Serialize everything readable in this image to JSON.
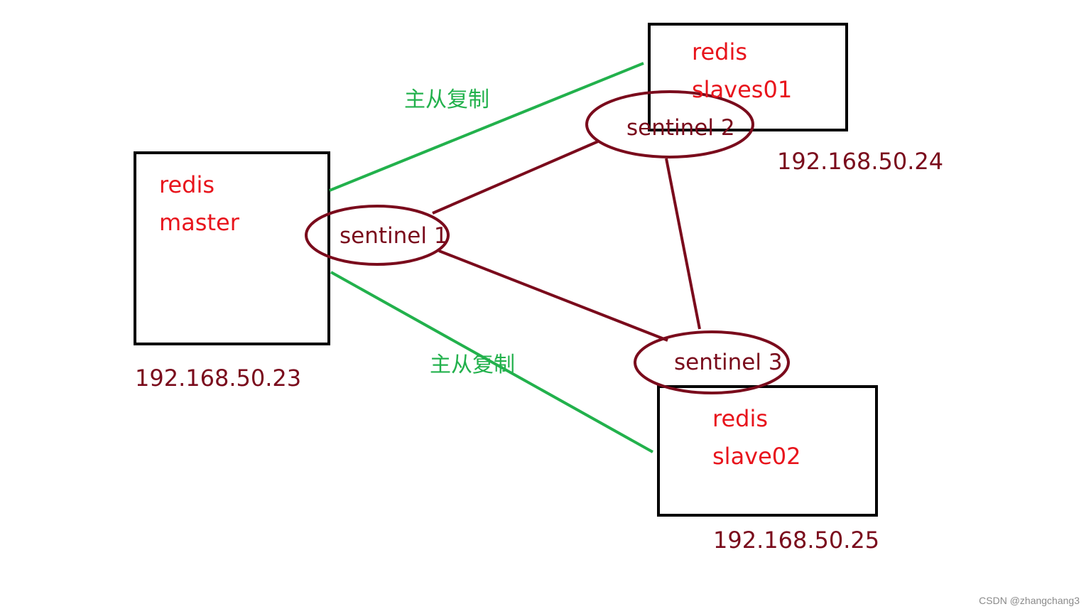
{
  "colors": {
    "node_text": "#e8141c",
    "sentinel": "#7a0b1c",
    "replication": "#22b14c",
    "box_border": "#000000"
  },
  "master": {
    "line1": "redis",
    "line2": "master",
    "ip": "192.168.50.23"
  },
  "slave01": {
    "line1": "redis",
    "line2": "slaves01",
    "ip": "192.168.50.24"
  },
  "slave02": {
    "line1": "redis",
    "line2": "slave02",
    "ip": "192.168.50.25"
  },
  "sentinels": {
    "s1": "sentinel 1",
    "s2": "sentinel 2",
    "s3": "sentinel 3"
  },
  "replication": {
    "top_label": "主从复制",
    "bottom_label": "主从复制"
  },
  "watermark": "CSDN @zhangchang3"
}
